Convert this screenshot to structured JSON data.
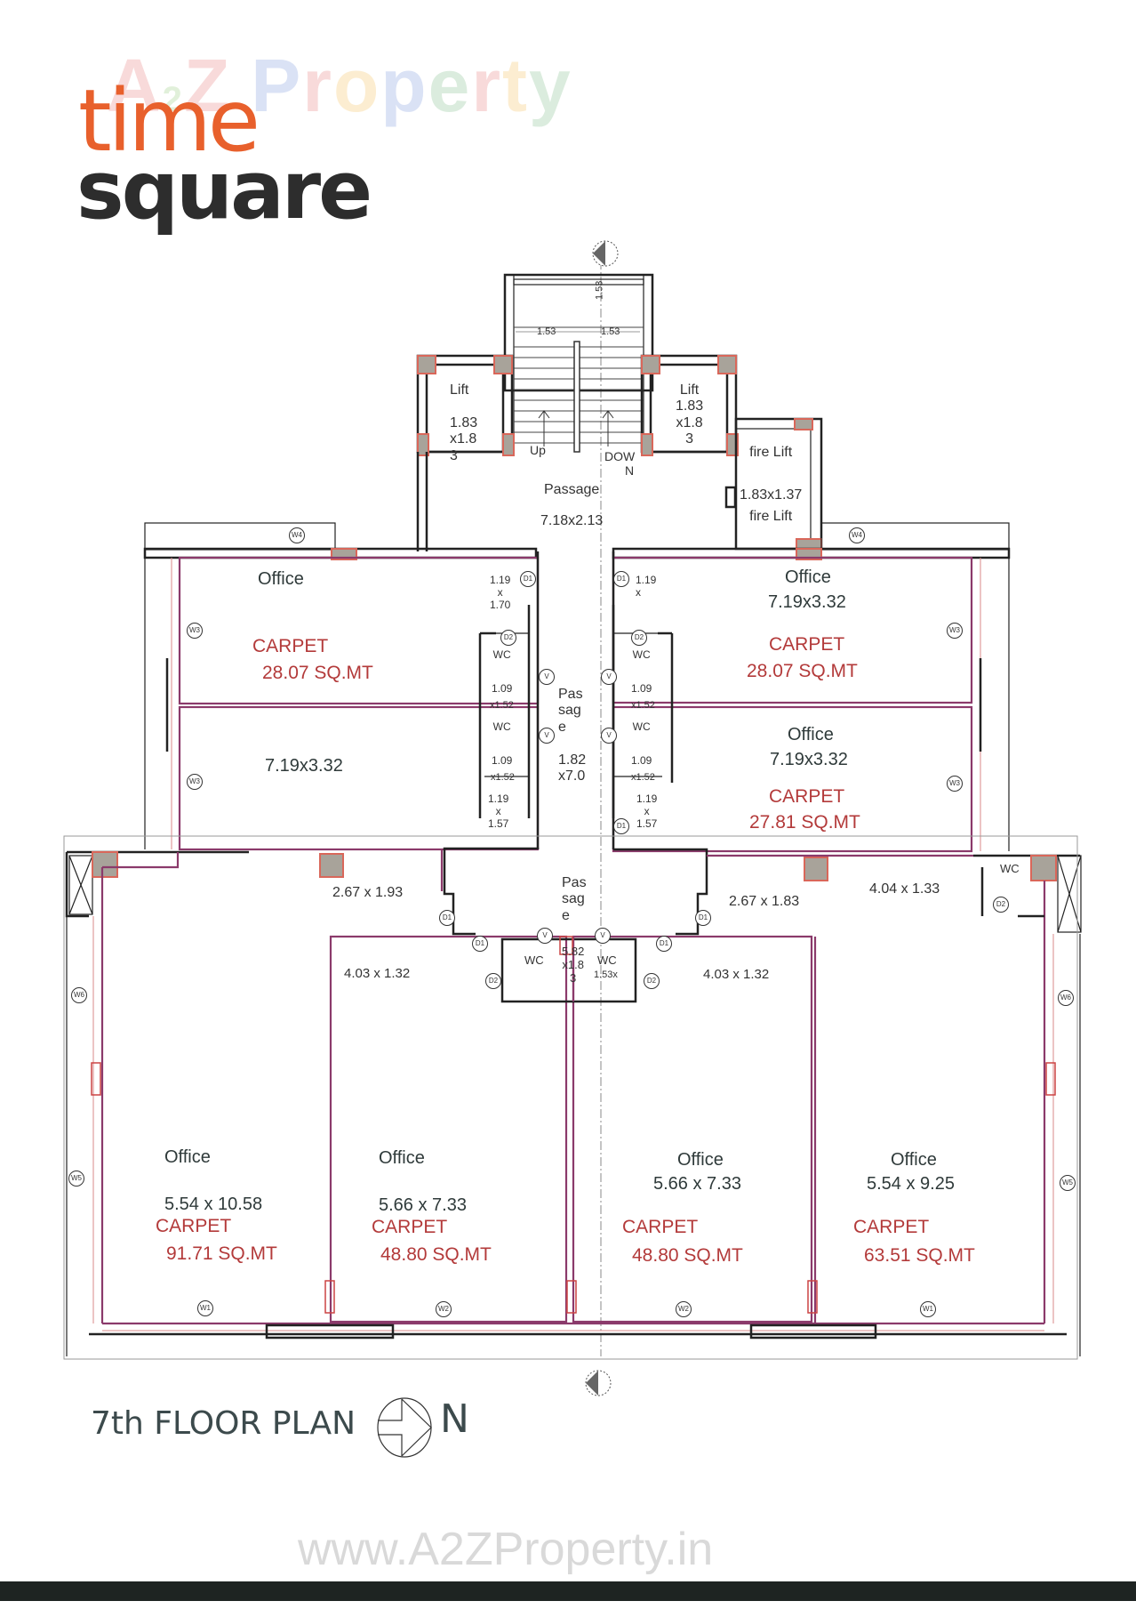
{
  "watermark_top": [
    "A",
    "2",
    "Z",
    " ",
    "P",
    "r",
    "o",
    "p",
    "e",
    "r",
    "t",
    "y"
  ],
  "watermark_top_colors": [
    "#e25a5a",
    "#7bbf5a",
    "#e25a5a",
    "#fff",
    "#5b7fd6",
    "#e25a5a",
    "#f2b233",
    "#5b7fd6",
    "#5fae6b",
    "#e25a5a",
    "#f2b233",
    "#5fae6b"
  ],
  "logo": {
    "line1": "time",
    "line2": "square"
  },
  "stairs": {
    "dim_left": "1.53",
    "dim_right": "1.53",
    "dim_vertical": "1.53",
    "up": "Up",
    "down_1": "DOW",
    "down_2": "N"
  },
  "lift_left": {
    "name": "Lift",
    "dim_1": "1.83",
    "dim_2": "x1.8",
    "dim_3": "3"
  },
  "lift_right": {
    "name": "Lift",
    "dim_1": "1.83",
    "dim_2": "x1.8",
    "dim_3": "3"
  },
  "fire_lift": {
    "name": "fire Lift",
    "dim": "1.83x1.37",
    "name_2": "fire Lift"
  },
  "passage_top": {
    "name": "Passage",
    "dim": "7.18x2.13"
  },
  "passage_mid": {
    "l1": "Pas",
    "l2": "sag",
    "l3": "e",
    "d1": "1.82",
    "d2": "x7.0"
  },
  "passage_low": {
    "l1": "Pas",
    "l2": "sag",
    "l3": "e"
  },
  "offices": [
    {
      "id": "upper-left-1",
      "name": "Office",
      "dims": "",
      "carpet_label": "CARPET",
      "area": "28.07 SQ.MT"
    },
    {
      "id": "upper-left-2",
      "name": "",
      "dims": "7.19x3.32",
      "carpet_label": "",
      "area": ""
    },
    {
      "id": "upper-right-1",
      "name": "Office",
      "dims": "7.19x3.32",
      "carpet_label": "CARPET",
      "area": "28.07 SQ.MT"
    },
    {
      "id": "upper-right-2",
      "name": "Office",
      "dims": "7.19x3.32",
      "carpet_label": "CARPET",
      "area": "27.81 SQ.MT"
    },
    {
      "id": "lower-1",
      "name": "Office",
      "dims": "5.54 x 10.58",
      "carpet_label": "CARPET",
      "area": "91.71 SQ.MT"
    },
    {
      "id": "lower-2",
      "name": "Office",
      "dims": "5.66 x 7.33",
      "carpet_label": "CARPET",
      "area": "48.80 SQ.MT"
    },
    {
      "id": "lower-3",
      "name": "Office",
      "dims": "5.66 x 7.33",
      "carpet_label": "CARPET",
      "area": "48.80 SQ.MT"
    },
    {
      "id": "lower-4",
      "name": "Office",
      "dims": "5.54 x 9.25",
      "carpet_label": "CARPET",
      "area": "63.51 SQ.MT"
    }
  ],
  "wc_labels": {
    "wc": "WC",
    "left_d1": "1.19",
    "left_x": "x",
    "left_d2": "1.70",
    "left_wc1": "1.09",
    "left_x152a": "x1.52",
    "left_wc2": "1.09",
    "left_x152b": "x1.52",
    "left_b1": "1.19",
    "left_bx": "x",
    "left_b2": "1.57",
    "right_d1": "1.19",
    "right_x": "x",
    "right_wc1": "1.09",
    "right_x152a": "x1.52",
    "right_wc2": "1.09",
    "right_x152b": "x1.52",
    "right_b1": "1.19",
    "right_bx": "x",
    "right_b2": "1.57",
    "center_wc_left": "WC",
    "center_wc_right": "WC",
    "center_d1": "5.82",
    "center_d2": "x1.8",
    "center_d3": "3",
    "center_d4": "1.53x"
  },
  "lobby_dims": {
    "left": "2.67 x 1.93",
    "right": "2.67 x 1.83",
    "right_far": "4.04 x 1.33",
    "corr_left": "4.03 x 1.32",
    "corr_right": "4.03 x 1.32",
    "wc_corner": "WC"
  },
  "tags": {
    "w1": "W1",
    "w2": "W2",
    "w3": "W3",
    "w4": "W4",
    "w5": "W5",
    "w6": "W6",
    "d1": "D1",
    "d2": "D2",
    "v": "V"
  },
  "plan_title": "7th FLOOR PLAN",
  "north_label": "N",
  "watermark_bottom": "www.A2ZProperty.in",
  "colors": {
    "wall": "#222222",
    "carpet_line": "#8b3a6b",
    "column_fill": "#a8a39a",
    "column_edge": "#d9675a",
    "carpet_text": "#b33a3a",
    "logo_orange": "#e8602c",
    "logo_dark": "#2d2d2d"
  }
}
